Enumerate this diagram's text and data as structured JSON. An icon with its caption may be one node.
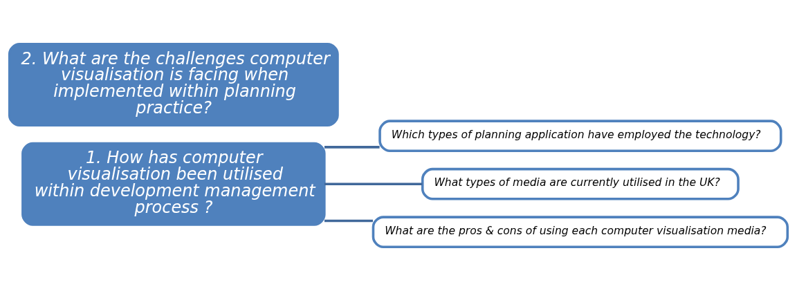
{
  "diagram": {
    "nodes": [
      {
        "text": [
          "1. How has computer visualisation been utilised within development management process ?"
        ]
      },
      {
        "text": [
          "2. What are the challenges computer visualisation is facing when implemented within planning practice?"
        ]
      },
      {
        "text": [
          "Which types of planning application have employed the technology?"
        ]
      },
      {
        "text": [
          "What types of media are currently utilised in the UK?"
        ]
      },
      {
        "text": [
          "What are the pros & cons of using each computer visualisation media?"
        ]
      }
    ],
    "edges": [
      {
        "from": 0,
        "to": 2,
        "arrow": "none"
      },
      {
        "from": 0,
        "to": 3,
        "arrow": "none"
      },
      {
        "from": 0,
        "to": 4,
        "arrow": "none"
      }
    ]
  }
}
